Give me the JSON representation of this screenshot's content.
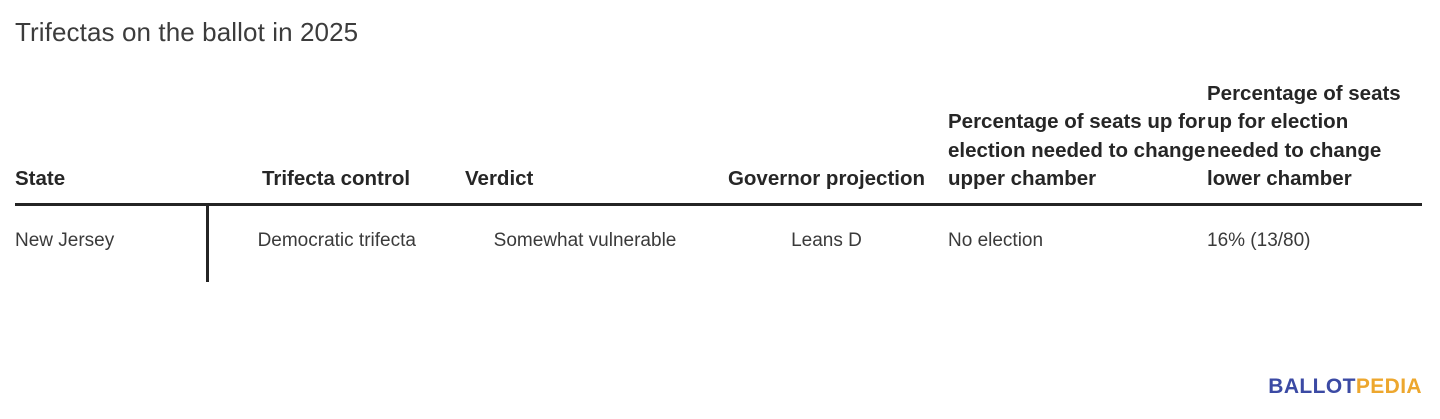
{
  "title": "Trifectas on the ballot in 2025",
  "table": {
    "columns": [
      {
        "key": "state",
        "label": "State"
      },
      {
        "key": "trifecta",
        "label": "Trifecta control"
      },
      {
        "key": "verdict",
        "label": "Verdict"
      },
      {
        "key": "gov",
        "label": "Governor projection"
      },
      {
        "key": "upper",
        "label": "Percentage of seats up for election needed to change upper chamber"
      },
      {
        "key": "lower",
        "label": "Percentage of seats up for election needed to change lower chamber"
      }
    ],
    "rows": [
      {
        "state": "New Jersey",
        "trifecta": "Democratic trifecta",
        "verdict": "Somewhat vulnerable",
        "gov": "Leans D",
        "upper": "No election",
        "lower": "16% (13/80)"
      }
    ]
  },
  "logo": {
    "part1": "BALLOT",
    "part2": "PEDIA",
    "color1": "#3b4aa4",
    "color2": "#eda72e"
  },
  "colors": {
    "text": "#3a3a3a",
    "heading": "#262626",
    "rule": "#242424",
    "background": "#ffffff"
  }
}
